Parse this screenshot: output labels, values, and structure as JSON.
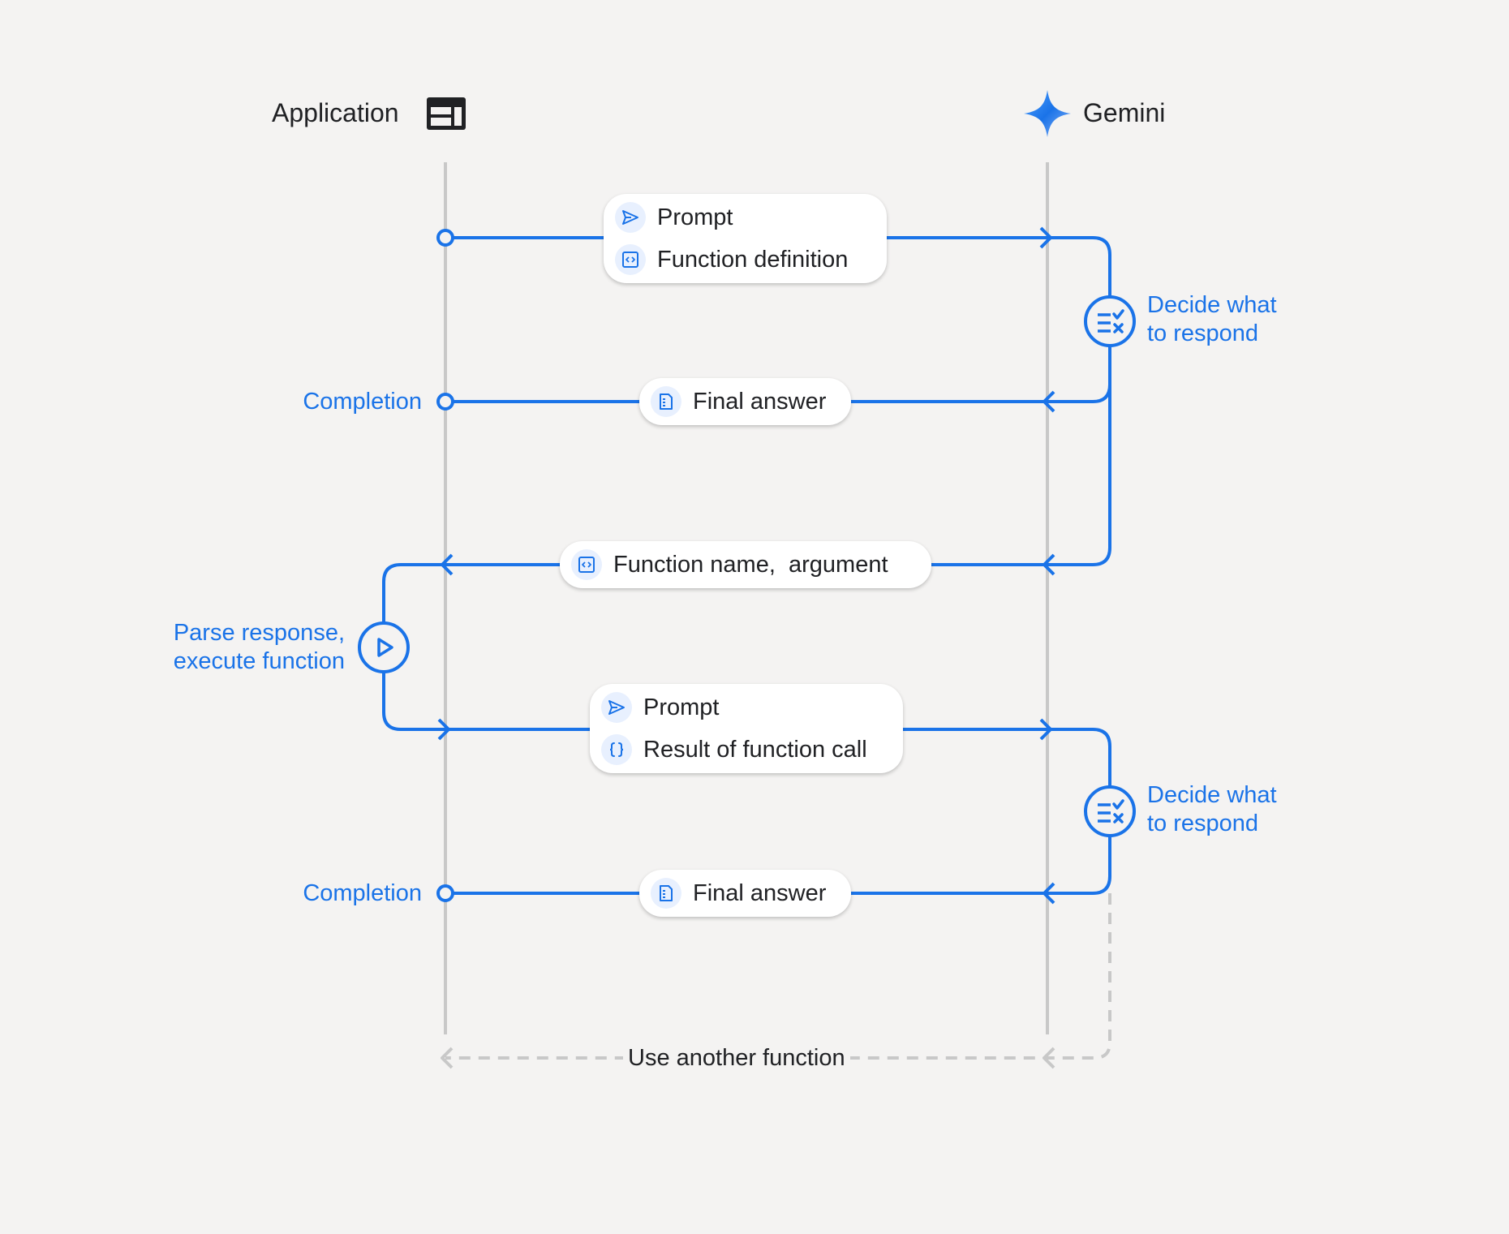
{
  "header": {
    "application_label": "Application",
    "application_icon": "browser-window-icon",
    "gemini_label": "Gemini",
    "gemini_icon": "gemini-sparkle-icon"
  },
  "colors": {
    "flow": "#1a73e8",
    "lifeline": "#c8c8c8",
    "dashed": "#c8c8c8",
    "background": "#f4f3f2",
    "text": "#202124",
    "icon_bg": "#e8f0fe"
  },
  "messages": {
    "prompt_1": "Prompt",
    "function_definition": "Function definition",
    "final_answer_1": "Final answer",
    "function_name_argument": "Function name,  argument",
    "prompt_2": "Prompt",
    "result_of_function_call": "Result of function call",
    "final_answer_2": "Final answer"
  },
  "notes": {
    "decide_1_line1": "Decide what",
    "decide_1_line2": "to respond",
    "decide_2_line1": "Decide what",
    "decide_2_line2": "to respond",
    "completion_1": "Completion",
    "completion_2": "Completion",
    "parse_line1": "Parse response,",
    "parse_line2": "execute function",
    "use_another_function": "Use another function"
  }
}
